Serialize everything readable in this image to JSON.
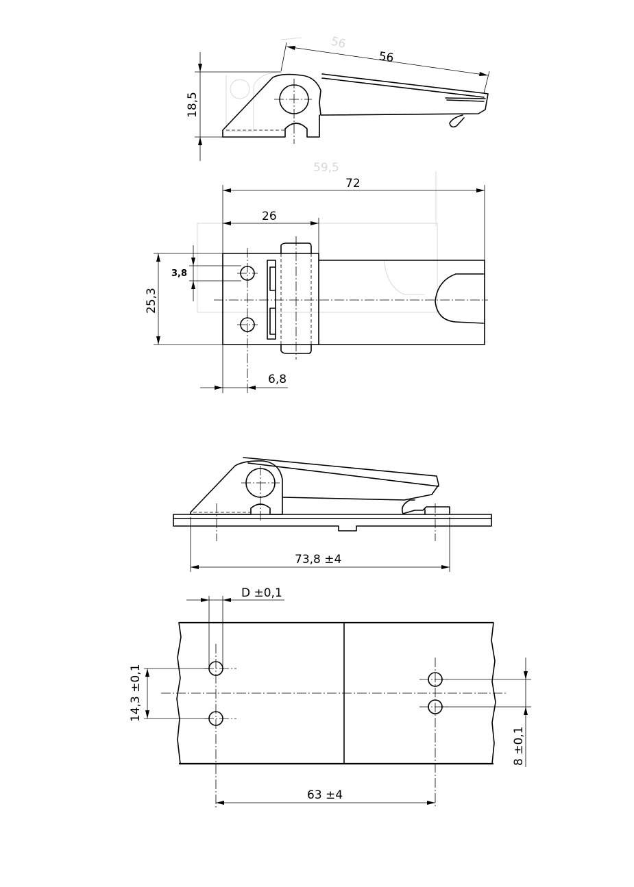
{
  "dimensions": {
    "side_length": "56",
    "side_ghost_length": "56",
    "side_height": "18,5",
    "top_total_length": "72",
    "top_ghost_length": "59,5",
    "top_hinge_length": "26",
    "top_hole_diameter": "3,8",
    "top_width": "25,3",
    "top_hole_offset": "6,8",
    "mounted_length": "73,8 ±4",
    "hole_diameter": "D ±0,1",
    "hole_spacing_left": "14,3 ±0,1",
    "hole_spacing_right": "8 ±0,1",
    "hole_distance": "63 ±4"
  }
}
